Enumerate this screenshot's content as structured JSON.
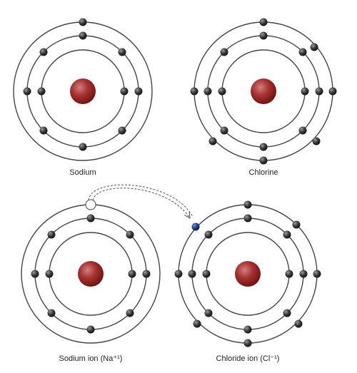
{
  "colors": {
    "nucleus_center": "#d08080",
    "nucleus_mid": "#a83232",
    "nucleus_edge": "#6a1010",
    "electron_center": "#9a9a9a",
    "electron_edge": "#111111",
    "transferred_electron": "#1f3f8a",
    "shell_stroke": "#444444",
    "arrow_stroke": "#555555"
  },
  "atoms": [
    {
      "name": "Sodium",
      "shell_electron_counts": [
        2,
        8,
        1
      ]
    },
    {
      "name": "Chlorine",
      "shell_electron_counts": [
        2,
        8,
        7
      ]
    },
    {
      "name": "Sodium ion (Na⁺¹)",
      "shell_electron_counts": [
        2,
        8,
        0
      ],
      "vacancy": "outer shell (electron removed)"
    },
    {
      "name": "Chloride ion (Cl⁻¹)",
      "shell_electron_counts": [
        2,
        8,
        8
      ],
      "transferred_electron": "outer shell"
    }
  ],
  "transfer": {
    "from": "Sodium ion (Na⁺¹)",
    "to": "Chloride ion (Cl⁻¹)",
    "style": "dashed arrow"
  }
}
